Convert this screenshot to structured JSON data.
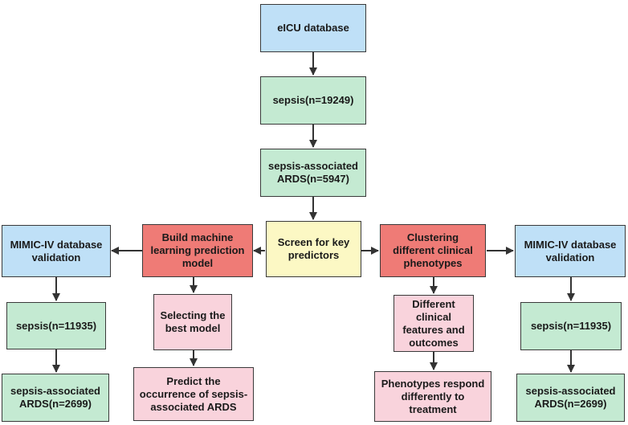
{
  "boxes": {
    "eicu": "eICU database",
    "sepsis_eicu": "sepsis(n=19249)",
    "ards_eicu": "sepsis-associated ARDS(n=5947)",
    "screen": "Screen for key predictors",
    "build_model": "Build machine learning prediction model",
    "mimic_left": "MIMIC-IV database validation",
    "sepsis_left": "sepsis(n=11935)",
    "ards_left": "sepsis-associated ARDS(n=2699)",
    "select_model": "Selecting the best model",
    "predict": "Predict the occurrence of sepsis-associated ARDS",
    "clustering": "Clustering different clinical phenotypes",
    "features": "Different clinical features and outcomes",
    "phenotypes_respond": "Phenotypes respond differently to treatment",
    "mimic_right": "MIMIC-IV database validation",
    "sepsis_right": "sepsis(n=11935)",
    "ards_right": "sepsis-associated ARDS(n=2699)"
  },
  "colors": {
    "database": "#bfe0f7",
    "cohort": "#c4ead2",
    "method": "#ef7b76",
    "result": "#f9d3dc",
    "screen": "#fcf8c4",
    "border": "#3a3a3a"
  }
}
